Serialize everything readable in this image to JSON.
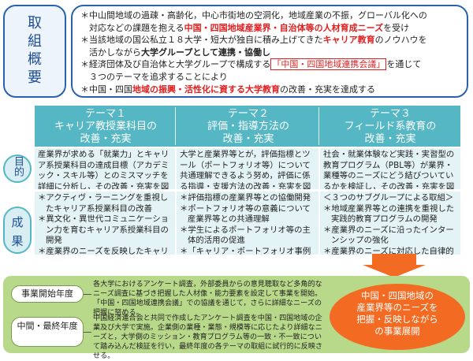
{
  "overview": {
    "label": "取組概要",
    "bullets": [
      {
        "segments": [
          {
            "t": "＊中山間地域の過疎・高齢化，中心市街地の空洞化，地域産業の不振，グローバル化への",
            "s": ""
          }
        ]
      },
      {
        "segments": [
          {
            "t": "　対応などの課題を抱える",
            "s": ""
          },
          {
            "t": "中国・四国地域産業界・自治体等の人材育成ニーズ",
            "s": "red bold"
          },
          {
            "t": "を受け",
            "s": ""
          }
        ]
      },
      {
        "segments": [
          {
            "t": "＊当該地域の国公私立１８大学・短大が独自に積み上げてきた",
            "s": ""
          },
          {
            "t": "キャリア教育",
            "s": "red bold"
          },
          {
            "t": "のノウハウを",
            "s": ""
          }
        ]
      },
      {
        "segments": [
          {
            "t": "　活かしながら",
            "s": ""
          },
          {
            "t": "大学グループとして連携・協働し",
            "s": "bold"
          }
        ]
      },
      {
        "segments": [
          {
            "t": "＊経済団体及び自治体と大学グループで構成する",
            "s": ""
          },
          {
            "t": "「中国・四国地域連携会議」",
            "s": "pink-box"
          },
          {
            "t": "を通じて",
            "s": ""
          }
        ]
      },
      {
        "segments": [
          {
            "t": "　３つのテーマを追求することにより",
            "s": ""
          }
        ]
      },
      {
        "segments": [
          {
            "t": "＊中国・四国",
            "s": ""
          },
          {
            "t": "地域の振興・活性化に資する大学教育",
            "s": "red bold"
          },
          {
            "t": "の改善・充実を達成する",
            "s": ""
          }
        ]
      }
    ]
  },
  "themes": [
    {
      "number": "テーマ１",
      "title1": "キャリア教授業科目の",
      "title2": "改善・充実"
    },
    {
      "number": "テーマ２",
      "title1": "評価・指導方法の",
      "title2": "改善・充実"
    },
    {
      "number": "テーマ３",
      "title1": "フィールド系教育の",
      "title2": "改善・充実"
    }
  ],
  "badges": {
    "purpose": "目的",
    "results_1": "成",
    "results_2": "果"
  },
  "purpose": [
    "産業界が求める「就業力」とキャリア系授業科目の達成目標（アカデミック・スキル等）とのミスマッチを詳細に分析し，その改善・充実を図る。",
    "大学と産業界等とが，評価指標とツール（ポートフォリオ等）について共通理解できるよう努め，評価に係る指導・支援方法の改善・充実を図る。",
    "社会・就業体験など実践・実習型の教育プログラム（PBL等）が業界・業種等のニーズにどう結びついているかを検証し，その改善・充実を図る。"
  ],
  "results": [
    [
      "＊アクティヴ・ラーニングを重視したキャリア系授業科目の改善",
      "＊異文化・異世代コミュニケーション力を育むキャリア系授業科目の開発",
      "＊産業界のニーズを反映したキャリア系授業科目の質保証システムの構築"
    ],
    [
      "＊評価指標の産業界等との協働開発",
      "＊ポートフォリオ等の意義について産業界等との共通理解",
      "＊学生によるポートフォリオ等の主体的活用の促進",
      "＊「キャリア・ポートフォリオ事例集」の作成と活用"
    ],
    [
      "＜３つのサブグループによる取組＞",
      "＊地域産業界等との連携を重視した実践的教育プログラムの開発",
      "＊産業界のニーズに沿ったインターンシップの強化",
      "＊産業界のニーズに対応した自律的な技術者養成プログラムの実施"
    ]
  ],
  "phases": [
    {
      "label": "事業開始年度",
      "desc": "各大学におけるアンケート調査，外部委員からの意見聴取など多角的なニーズ調査に基づき把握した人材像・能力要素を設定して事業を開始。「中国・四国地域連携会議」での協議を通じて，さらに詳細なニーズの把握に努める。"
    },
    {
      "label": "中間・最終年度",
      "desc": "中国経済連合会と共同で作成したアンケート調査を中国・四国地域の企業及び大学で実施。企業側の業種・業態・規模等に応じたより詳細なニーズと，大学側のミッション・教育プログラム等の一致・不一致について踏み込んだ検証を行い，最終年度の各テーマの取組に試行的に反映させる。"
    }
  ],
  "outcome": {
    "line1": "中国・四国地域の",
    "line2": "産業界等のニーズを",
    "line3": "把握・反映しながら",
    "line4": "の事業展開"
  },
  "colors": {
    "accent_blue": "#2a62b0",
    "teal": "#55b7c3",
    "red": "#e02020",
    "orange": "#f36b22",
    "green": "#b8d98a"
  }
}
